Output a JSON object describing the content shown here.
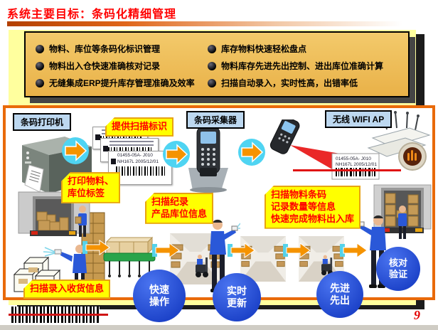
{
  "slide": {
    "title": "系统主要目标：条码化精细管理",
    "page_number": "9"
  },
  "goals": {
    "left": [
      "物料、库位等条码化标识管理",
      "物料出入仓快速准确核对记录",
      "无缝集成ERP提升库存管理准确及效率"
    ],
    "right": [
      "库存物料快速轻松盘点",
      "物料库存先进先出控制、进出库位准确计算",
      "扫描自动录入，实时性高，出错率低"
    ]
  },
  "devices": {
    "printer_label": "条码打印机",
    "collector_label": "条码采集器",
    "wifi_label": "无线 WIFI AP"
  },
  "callouts": {
    "provide_scan": [
      "提供扫描标识"
    ],
    "print_labels": [
      "打印物料、",
      "库位标签"
    ],
    "scan_record": [
      "扫描纪录",
      "产品库位信息"
    ],
    "scan_material": [
      "扫描物料条码",
      "记录数量等信息",
      "快速完成物料出入库"
    ],
    "receive_info": [
      "扫描录入收货信息"
    ]
  },
  "badges": {
    "fast": [
      "快速",
      "操作"
    ],
    "realtime": [
      "实时",
      "更新"
    ],
    "fifo": [
      "先进",
      "先出"
    ],
    "verify": [
      "核对",
      "验证"
    ]
  },
  "barcode_card": {
    "line1": "01455-05A- J010",
    "line2": "NH167L 2005/12/01"
  },
  "colors": {
    "title_red": "#FF0000",
    "accent_orange": "#E96A0A",
    "panel_yellow": "#FFFF9E",
    "gold_box": "#EDBC55",
    "callout_yellow": "#FFFF00",
    "callout_text_red": "#FF0000",
    "badge_blue": "#2453DC",
    "device_label_blue": "#BDD8F0"
  }
}
